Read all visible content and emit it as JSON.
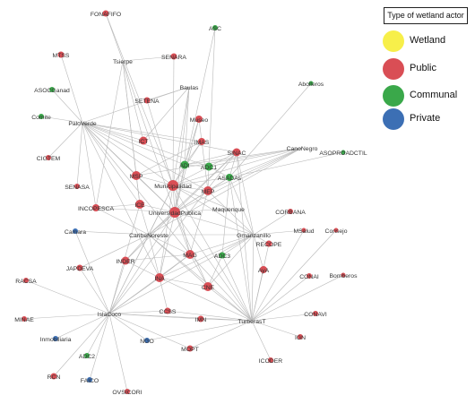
{
  "legend": {
    "title": "Type of wetland actor",
    "items": [
      {
        "label": "Wetland",
        "color": "#f7ef4a"
      },
      {
        "label": "Public",
        "color": "#d94e55"
      },
      {
        "label": "Communal",
        "color": "#3aa84a"
      },
      {
        "label": "Private",
        "color": "#3c6fb4"
      }
    ]
  },
  "network": {
    "colors": {
      "Public": "#d94e55",
      "Communal": "#3aa84a",
      "Private": "#3c6fb4",
      "edge": "#b9b9b9"
    },
    "nodes": [
      {
        "id": "FONAFIFO",
        "label": "FONAFIFO",
        "type": "Public"
      },
      {
        "id": "ASC",
        "label": "ASC",
        "type": "Communal"
      },
      {
        "id": "MTSS",
        "label": "MTSS",
        "type": "Public"
      },
      {
        "id": "Tsierpe",
        "label": "Tsierpe",
        "type": "Public"
      },
      {
        "id": "SENARA",
        "label": "SENARA",
        "type": "Public"
      },
      {
        "id": "ASOCGanad",
        "label": "ASOCGanad",
        "type": "Communal"
      },
      {
        "id": "Baulas",
        "label": "Baulas",
        "type": "Public"
      },
      {
        "id": "Abolleros",
        "label": "Abolleros",
        "type": "Communal"
      },
      {
        "id": "SETENA",
        "label": "SETENA",
        "type": "Public"
      },
      {
        "id": "Comite",
        "label": "Comite",
        "type": "Communal"
      },
      {
        "id": "PaloVerde",
        "label": "PaloVerde",
        "type": "Public"
      },
      {
        "id": "Museo",
        "label": "Museo",
        "type": "Public"
      },
      {
        "id": "CIGTEM",
        "label": "CIGTEM",
        "type": "Public"
      },
      {
        "id": "ICT",
        "label": "ICT",
        "type": "Public"
      },
      {
        "id": "IMAS",
        "label": "IMAS",
        "type": "Public"
      },
      {
        "id": "SINAC",
        "label": "SINAC",
        "type": "Public"
      },
      {
        "id": "CanoNegro",
        "label": "CanoNegro",
        "type": "Public"
      },
      {
        "id": "ASOPROADCTIL",
        "label": "ASOPROADCTIL",
        "type": "Communal"
      },
      {
        "id": "ADI",
        "label": "ADI",
        "type": "Communal"
      },
      {
        "id": "ADC1",
        "label": "ADC1",
        "type": "Communal"
      },
      {
        "id": "MSP",
        "label": "MSP",
        "type": "Public"
      },
      {
        "id": "Municipalidad",
        "label": "Municipalidad",
        "type": "Public"
      },
      {
        "id": "ASADAs",
        "label": "ASADAs",
        "type": "Communal"
      },
      {
        "id": "SENASA",
        "label": "SENASA",
        "type": "Public"
      },
      {
        "id": "MEP",
        "label": "MEP",
        "type": "Public"
      },
      {
        "id": "INCOPESCA",
        "label": "INCOPESCA",
        "type": "Public"
      },
      {
        "id": "ICE",
        "label": "ICE",
        "type": "Public"
      },
      {
        "id": "Maquenque",
        "label": "Maquenque",
        "type": "Public"
      },
      {
        "id": "UniversidadPublica",
        "label": "UniversidadPublica",
        "type": "Public"
      },
      {
        "id": "CORBANA",
        "label": "CORBANA",
        "type": "Public"
      },
      {
        "id": "Camara",
        "label": "Camara",
        "type": "Private"
      },
      {
        "id": "CaribeNoreste",
        "label": "CaribeNoreste",
        "type": "Public"
      },
      {
        "id": "MSalud",
        "label": "MSalud",
        "type": "Public"
      },
      {
        "id": "Consejo",
        "label": "Consejo",
        "type": "Public"
      },
      {
        "id": "Gmanzanillo",
        "label": "Gmanzanillo",
        "type": "Public"
      },
      {
        "id": "RECOPE",
        "label": "RECOPE",
        "type": "Public"
      },
      {
        "id": "JAPDEVA",
        "label": "JAPDEVA",
        "type": "Public"
      },
      {
        "id": "INDER",
        "label": "INDER",
        "type": "Public"
      },
      {
        "id": "MAG",
        "label": "MAG",
        "type": "Public"
      },
      {
        "id": "ADC3",
        "label": "ADC3",
        "type": "Communal"
      },
      {
        "id": "AyA",
        "label": "AyA",
        "type": "Public"
      },
      {
        "id": "RACSA",
        "label": "RACSA",
        "type": "Public"
      },
      {
        "id": "INA",
        "label": "INA",
        "type": "Public"
      },
      {
        "id": "CNE",
        "label": "CNE",
        "type": "Public"
      },
      {
        "id": "CONAI",
        "label": "CONAI",
        "type": "Public"
      },
      {
        "id": "Bomberos",
        "label": "Bomberos",
        "type": "Public"
      },
      {
        "id": "MINAE",
        "label": "MINAE",
        "type": "Public"
      },
      {
        "id": "IslaCoco",
        "label": "IslaCoco",
        "type": "Public"
      },
      {
        "id": "CCSS",
        "label": "CCSS",
        "type": "Public"
      },
      {
        "id": "IMN",
        "label": "IMN",
        "type": "Public"
      },
      {
        "id": "TurberasT",
        "label": "TurberasT",
        "type": "Public"
      },
      {
        "id": "CONAVI",
        "label": "CONAVI",
        "type": "Public"
      },
      {
        "id": "Inmobiliaria",
        "label": "Inmobiliaria",
        "type": "Private"
      },
      {
        "id": "IGN",
        "label": "IGN",
        "type": "Public"
      },
      {
        "id": "NGO",
        "label": "NGO",
        "type": "Private"
      },
      {
        "id": "MOPT",
        "label": "MOPT",
        "type": "Public"
      },
      {
        "id": "ADC2",
        "label": "ADC2",
        "type": "Communal"
      },
      {
        "id": "ICODER",
        "label": "ICODER",
        "type": "Public"
      },
      {
        "id": "RCN",
        "label": "RCN",
        "type": "Public"
      },
      {
        "id": "FAICO",
        "label": "FAICO",
        "type": "Private"
      },
      {
        "id": "OVSICORI",
        "label": "OVSICORI",
        "type": "Public"
      }
    ],
    "edges": [
      [
        "FONAFIFO",
        "Tsierpe"
      ],
      [
        "FONAFIFO",
        "Municipalidad"
      ],
      [
        "ASC",
        "ADC1"
      ],
      [
        "ASC",
        "UniversidadPublica"
      ],
      [
        "MTSS",
        "PaloVerde"
      ],
      [
        "SENARA",
        "Tsierpe"
      ],
      [
        "SENARA",
        "Municipalidad"
      ],
      [
        "Tsierpe",
        "ICT"
      ],
      [
        "Tsierpe",
        "MSP"
      ],
      [
        "Tsierpe",
        "UniversidadPublica"
      ],
      [
        "Tsierpe",
        "ICE"
      ],
      [
        "Tsierpe",
        "INCOPESCA"
      ],
      [
        "Baulas",
        "SETENA"
      ],
      [
        "Baulas",
        "Municipalidad"
      ],
      [
        "Baulas",
        "ICT"
      ],
      [
        "Baulas",
        "PaloVerde"
      ],
      [
        "Baulas",
        "UniversidadPublica"
      ],
      [
        "Baulas",
        "ADI"
      ],
      [
        "Abolleros",
        "ASADAs"
      ],
      [
        "ASOCGanad",
        "PaloVerde"
      ],
      [
        "Comite",
        "PaloVerde"
      ],
      [
        "PaloVerde",
        "ICT"
      ],
      [
        "PaloVerde",
        "MSP"
      ],
      [
        "PaloVerde",
        "Municipalidad"
      ],
      [
        "PaloVerde",
        "ADI"
      ],
      [
        "PaloVerde",
        "UniversidadPublica"
      ],
      [
        "PaloVerde",
        "MEP"
      ],
      [
        "PaloVerde",
        "IMAS"
      ],
      [
        "PaloVerde",
        "SINAC"
      ],
      [
        "PaloVerde",
        "SENASA"
      ],
      [
        "PaloVerde",
        "CIGTEM"
      ],
      [
        "PaloVerde",
        "INCOPESCA"
      ],
      [
        "PaloVerde",
        "MAG"
      ],
      [
        "PaloVerde",
        "ADC1"
      ],
      [
        "PaloVerde",
        "ICE"
      ],
      [
        "PaloVerde",
        "INA"
      ],
      [
        "CanoNegro",
        "ASADAs"
      ],
      [
        "CanoNegro",
        "Municipalidad"
      ],
      [
        "CanoNegro",
        "MEP"
      ],
      [
        "CanoNegro",
        "UniversidadPublica"
      ],
      [
        "CanoNegro",
        "ADI"
      ],
      [
        "CanoNegro",
        "ADC1"
      ],
      [
        "CanoNegro",
        "CaribeNoreste"
      ],
      [
        "CanoNegro",
        "MSP"
      ],
      [
        "ASOPROADCTIL",
        "ASADAs"
      ],
      [
        "SINAC",
        "Municipalidad"
      ],
      [
        "SINAC",
        "ASADAs"
      ],
      [
        "SINAC",
        "UniversidadPublica"
      ],
      [
        "SINAC",
        "ADI"
      ],
      [
        "SINAC",
        "CaribeNoreste"
      ],
      [
        "SINAC",
        "Gmanzanillo"
      ],
      [
        "SINAC",
        "TurberasT"
      ],
      [
        "SINAC",
        "IslaCoco"
      ],
      [
        "Museo",
        "ADI"
      ],
      [
        "Museo",
        "UniversidadPublica"
      ],
      [
        "Museo",
        "MEP"
      ],
      [
        "IMAS",
        "Municipalidad"
      ],
      [
        "IMAS",
        "MSP"
      ],
      [
        "IMAS",
        "ADI"
      ],
      [
        "SETENA",
        "Municipalidad"
      ],
      [
        "ADI",
        "Municipalidad"
      ],
      [
        "ADI",
        "ADC1"
      ],
      [
        "ADI",
        "UniversidadPublica"
      ],
      [
        "ADC1",
        "MEP"
      ],
      [
        "ADC1",
        "ASADAs"
      ],
      [
        "MSP",
        "Municipalidad"
      ],
      [
        "MSP",
        "UniversidadPublica"
      ],
      [
        "MSP",
        "ICE"
      ],
      [
        "Municipalidad",
        "UniversidadPublica"
      ],
      [
        "Municipalidad",
        "MEP"
      ],
      [
        "Municipalidad",
        "ASADAs"
      ],
      [
        "Municipalidad",
        "CaribeNoreste"
      ],
      [
        "Municipalidad",
        "Gmanzanillo"
      ],
      [
        "Municipalidad",
        "IslaCoco"
      ],
      [
        "Municipalidad",
        "TurberasT"
      ],
      [
        "Municipalidad",
        "MAG"
      ],
      [
        "Municipalidad",
        "INA"
      ],
      [
        "ASADAs",
        "Gmanzanillo"
      ],
      [
        "ASADAs",
        "UniversidadPublica"
      ],
      [
        "ASADAs",
        "MEP"
      ],
      [
        "ASADAs",
        "ADC3"
      ],
      [
        "ASADAs",
        "TurberasT"
      ],
      [
        "UniversidadPublica",
        "MEP"
      ],
      [
        "UniversidadPublica",
        "ICE"
      ],
      [
        "UniversidadPublica",
        "CaribeNoreste"
      ],
      [
        "UniversidadPublica",
        "Gmanzanillo"
      ],
      [
        "UniversidadPublica",
        "IslaCoco"
      ],
      [
        "UniversidadPublica",
        "TurberasT"
      ],
      [
        "UniversidadPublica",
        "INCOPESCA"
      ],
      [
        "UniversidadPublica",
        "MAG"
      ],
      [
        "UniversidadPublica",
        "INA"
      ],
      [
        "UniversidadPublica",
        "CNE"
      ],
      [
        "UniversidadPublica",
        "INDER"
      ],
      [
        "Maquenque",
        "UniversidadPublica"
      ],
      [
        "Maquenque",
        "Municipalidad"
      ],
      [
        "CaribeNoreste",
        "Camara"
      ],
      [
        "CaribeNoreste",
        "Gmanzanillo"
      ],
      [
        "CaribeNoreste",
        "INDER"
      ],
      [
        "CaribeNoreste",
        "MAG"
      ],
      [
        "CaribeNoreste",
        "INA"
      ],
      [
        "CaribeNoreste",
        "IslaCoco"
      ],
      [
        "CaribeNoreste",
        "JAPDEVA"
      ],
      [
        "CaribeNoreste",
        "INCOPESCA"
      ],
      [
        "CaribeNoreste",
        "TurberasT"
      ],
      [
        "CaribeNoreste",
        "CNE"
      ],
      [
        "CaribeNoreste",
        "ICE"
      ],
      [
        "Gmanzanillo",
        "CORBANA"
      ],
      [
        "Gmanzanillo",
        "RECOPE"
      ],
      [
        "Gmanzanillo",
        "MAG"
      ],
      [
        "Gmanzanillo",
        "CNE"
      ],
      [
        "Gmanzanillo",
        "TurberasT"
      ],
      [
        "Gmanzanillo",
        "AyA"
      ],
      [
        "Gmanzanillo",
        "ADC3"
      ],
      [
        "Gmanzanillo",
        "INA"
      ],
      [
        "Gmanzanillo",
        "MSalud"
      ],
      [
        "Gmanzanillo",
        "IslaCoco"
      ],
      [
        "IslaCoco",
        "RACSA"
      ],
      [
        "IslaCoco",
        "MINAE"
      ],
      [
        "IslaCoco",
        "Inmobiliaria"
      ],
      [
        "IslaCoco",
        "ADC2"
      ],
      [
        "IslaCoco",
        "RCN"
      ],
      [
        "IslaCoco",
        "FAICO"
      ],
      [
        "IslaCoco",
        "OVSICORI"
      ],
      [
        "IslaCoco",
        "NGO"
      ],
      [
        "IslaCoco",
        "CCSS"
      ],
      [
        "IslaCoco",
        "IMN"
      ],
      [
        "IslaCoco",
        "TurberasT"
      ],
      [
        "IslaCoco",
        "INDER"
      ],
      [
        "IslaCoco",
        "INA"
      ],
      [
        "IslaCoco",
        "MAG"
      ],
      [
        "IslaCoco",
        "JAPDEVA"
      ],
      [
        "IslaCoco",
        "Camara"
      ],
      [
        "IslaCoco",
        "MOPT"
      ],
      [
        "IslaCoco",
        "ICE"
      ],
      [
        "TurberasT",
        "CONAI"
      ],
      [
        "TurberasT",
        "Bomberos"
      ],
      [
        "TurberasT",
        "CONAVI"
      ],
      [
        "TurberasT",
        "IGN"
      ],
      [
        "TurberasT",
        "ICODER"
      ],
      [
        "TurberasT",
        "MOPT"
      ],
      [
        "TurberasT",
        "IMN"
      ],
      [
        "TurberasT",
        "CNE"
      ],
      [
        "TurberasT",
        "MSalud"
      ],
      [
        "TurberasT",
        "Consejo"
      ],
      [
        "TurberasT",
        "AyA"
      ],
      [
        "TurberasT",
        "CCSS"
      ],
      [
        "TurberasT",
        "RECOPE"
      ],
      [
        "TurberasT",
        "MAG"
      ],
      [
        "TurberasT",
        "INA"
      ],
      [
        "TurberasT",
        "NGO"
      ],
      [
        "TurberasT",
        "ADC3"
      ],
      [
        "INA",
        "CCSS"
      ],
      [
        "INA",
        "MAG"
      ],
      [
        "INA",
        "CNE"
      ],
      [
        "MAG",
        "CNE"
      ],
      [
        "MAG",
        "INDER"
      ],
      [
        "INDER",
        "INA"
      ],
      [
        "ICE",
        "INCOPESCA"
      ],
      [
        "MEP",
        "Gmanzanillo"
      ],
      [
        "MEP",
        "MAG"
      ],
      [
        "ADC3",
        "CNE"
      ]
    ]
  }
}
